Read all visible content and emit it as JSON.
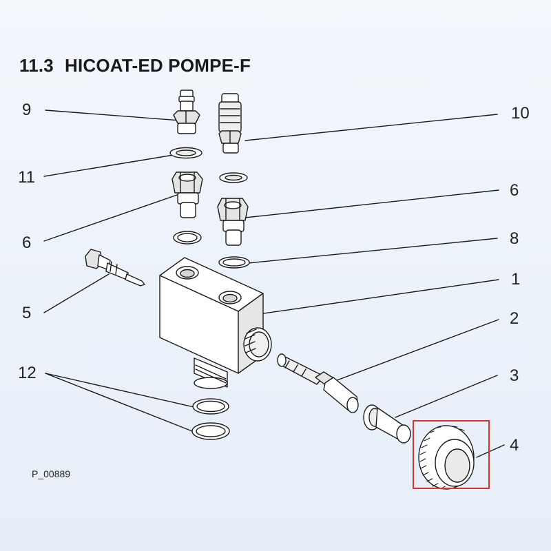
{
  "header": {
    "section_number": "11.3",
    "title": "HICOAT-ED POMPE-F"
  },
  "callouts": {
    "c9": "9",
    "c10": "10",
    "c11": "11",
    "c6_left": "6",
    "c6_right": "6",
    "c8": "8",
    "c1": "1",
    "c5": "5",
    "c2": "2",
    "c12": "12",
    "c3": "3",
    "c4": "4"
  },
  "drawing_ref": "P_00889",
  "colors": {
    "line": "#1a1a1a",
    "part_fill": "#ffffff",
    "part_shade": "#dcdcdc",
    "highlight": "#d9342b"
  }
}
